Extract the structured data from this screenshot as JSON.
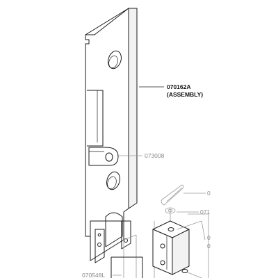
{
  "labels": {
    "assembly_part": "070162A",
    "assembly_note": "(ASSEMBLY)",
    "hinge_plate": "073008",
    "pin_partial": "0",
    "washer_partial": "071",
    "side_partial_1": "0",
    "side_partial_2": "0",
    "bottom_left": "070548L"
  },
  "colors": {
    "ink": "#1a1a1a",
    "ghost_ink": "#9a9a9a",
    "paper": "#ffffff"
  }
}
